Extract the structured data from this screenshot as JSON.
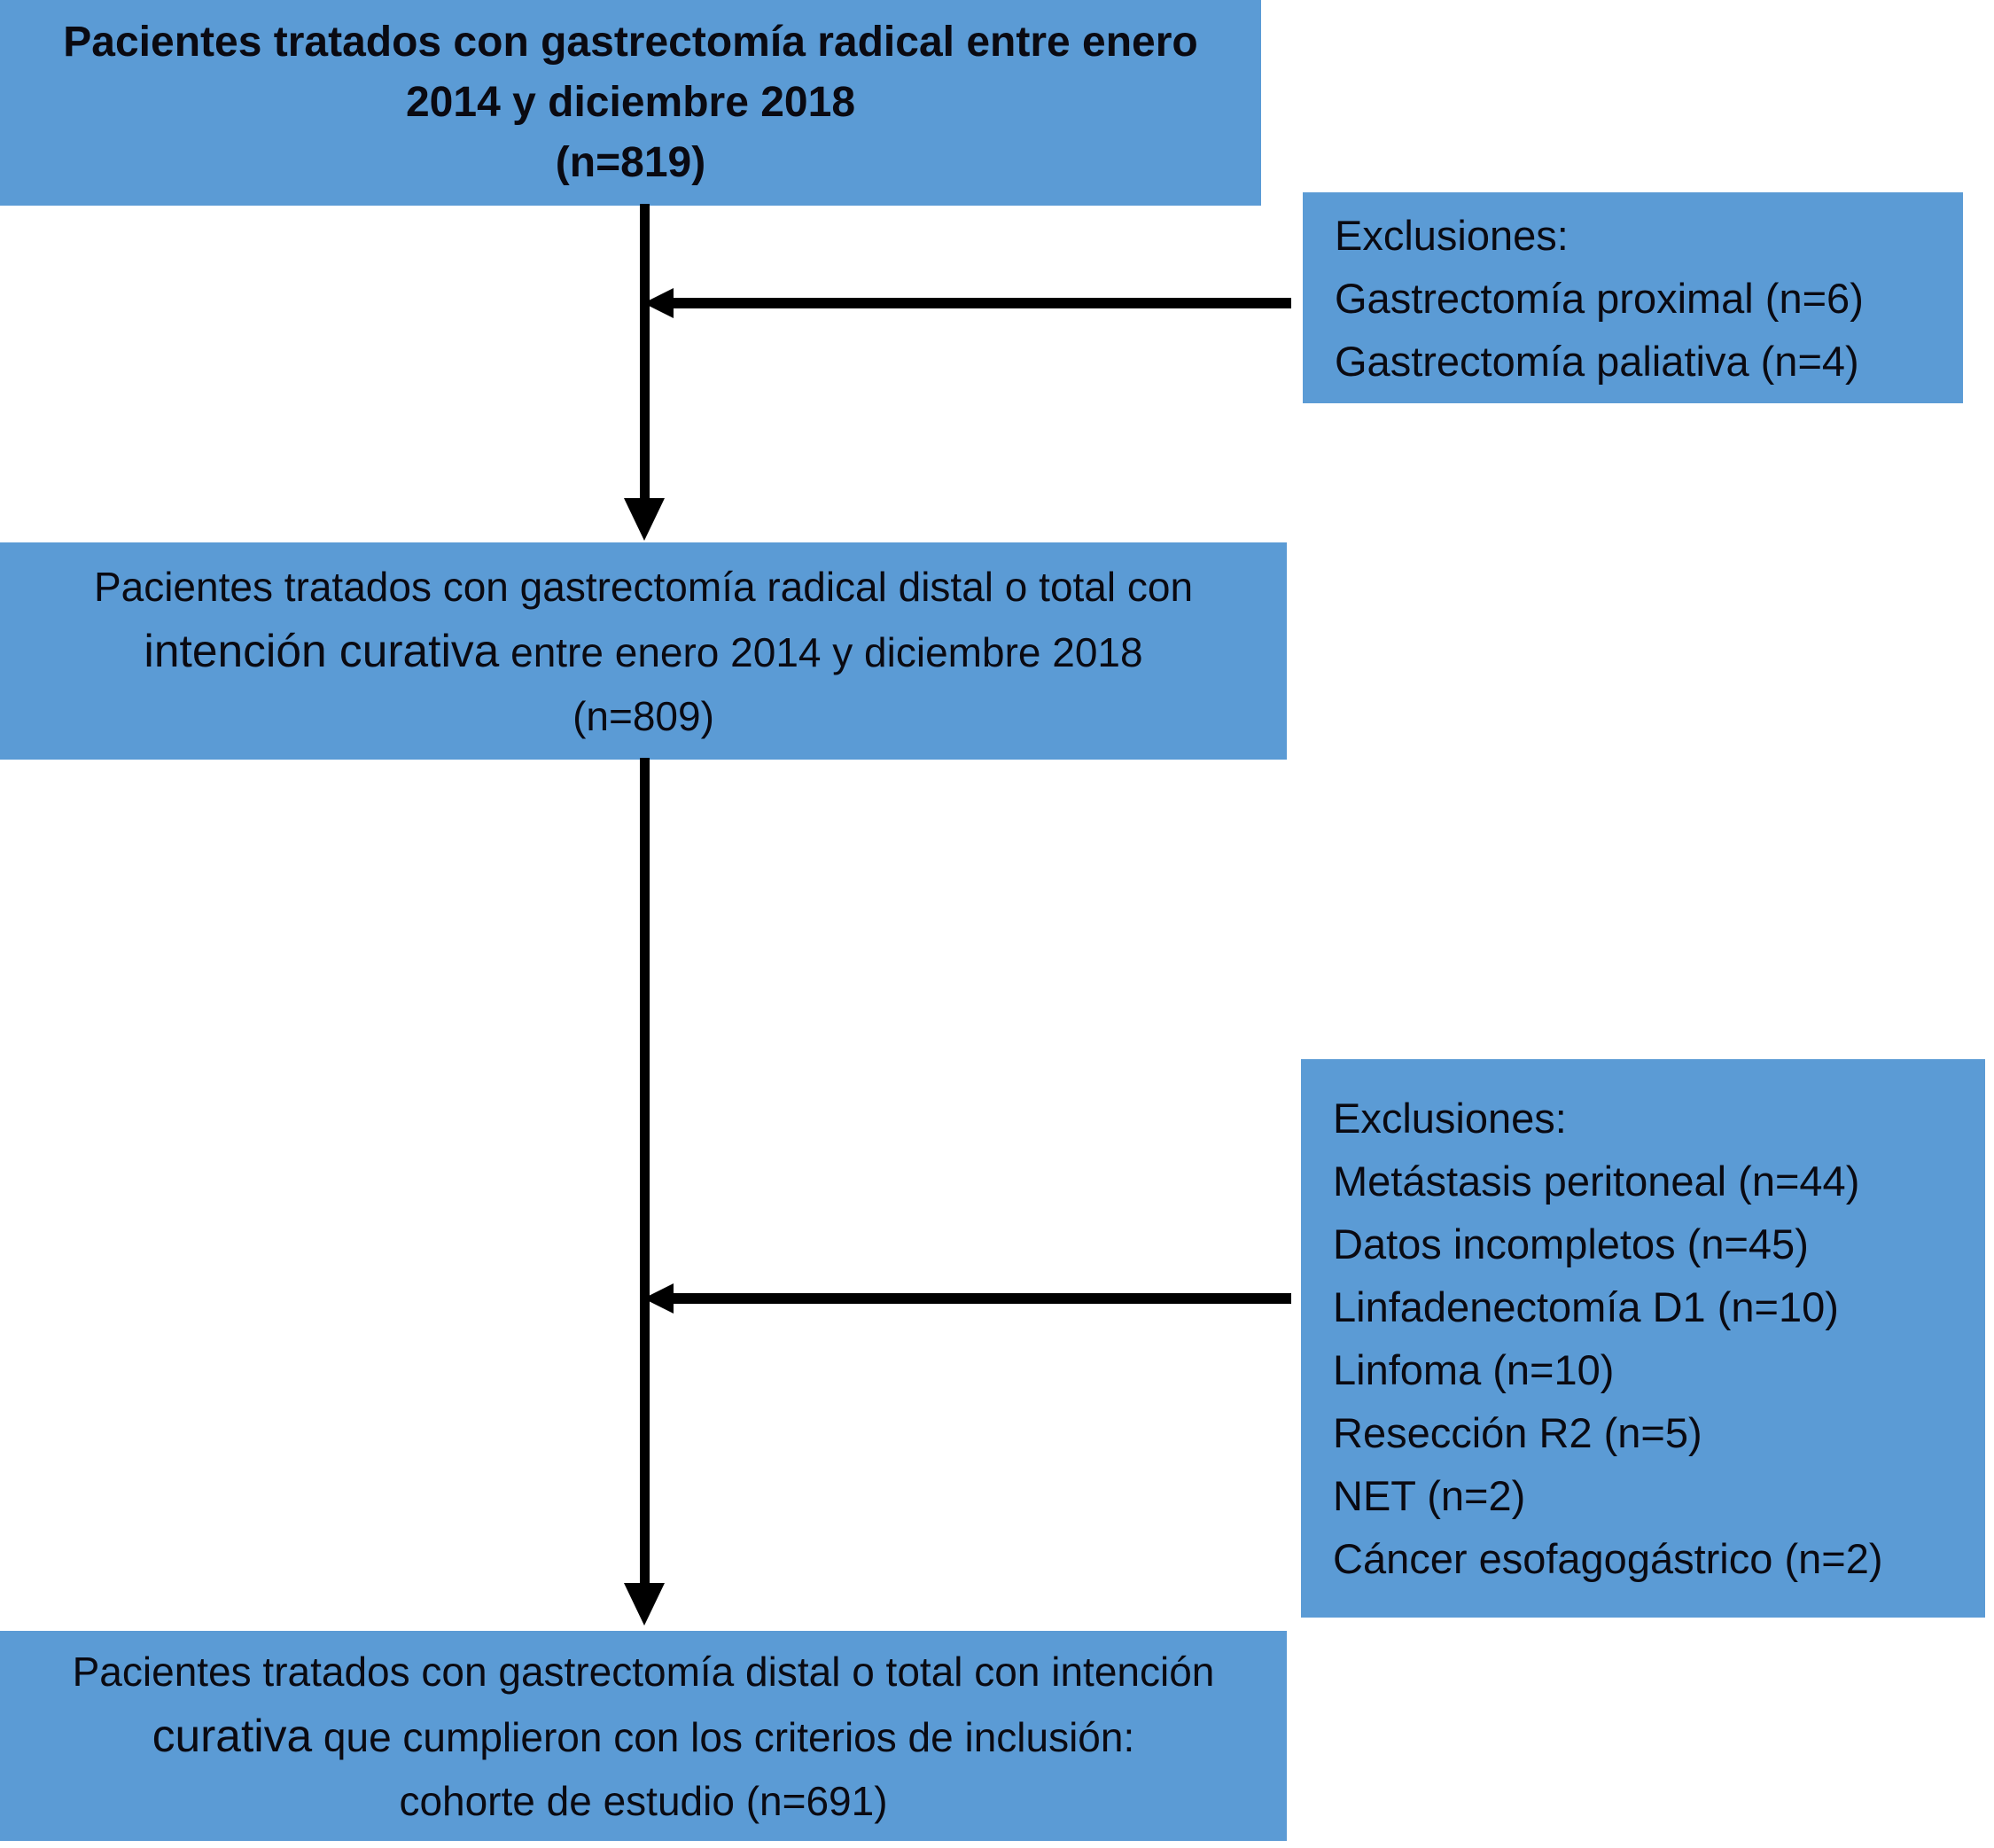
{
  "colors": {
    "box_fill": "#5b9bd5",
    "text": "#0a0a12",
    "arrow": "#000000",
    "background": "#ffffff"
  },
  "flowchart": {
    "top_box": {
      "line1": "Pacientes tratados con gastrectomía radical entre enero",
      "line2": "2014 y diciembre 2018",
      "line3": "(n=819)"
    },
    "exclusions_box_1": {
      "title": "Exclusiones:",
      "items": [
        "Gastrectomía proximal (n=6)",
        "Gastrectomía paliativa (n=4)"
      ]
    },
    "middle_box": {
      "line1": "Pacientes tratados con gastrectomía radical distal o total con",
      "line2_a": "intención curativa",
      "line2_b": " entre enero 2014 y diciembre 2018",
      "line3": "(n=809)"
    },
    "exclusions_box_2": {
      "title": "Exclusiones:",
      "items": [
        "Metástasis peritoneal (n=44)",
        "Datos incompletos (n=45)",
        "Linfadenectomía D1 (n=10)",
        "Linfoma (n=10)",
        "Resección R2 (n=5)",
        "NET (n=2)",
        "Cáncer esofagogástrico (n=2)"
      ]
    },
    "bottom_box": {
      "line1": "Pacientes tratados con gastrectomía distal o total con intención",
      "line2_a": "curativa",
      "line2_b": " que cumplieron con los criterios de inclusión:",
      "line3": "cohorte de estudio (n=691)"
    }
  }
}
